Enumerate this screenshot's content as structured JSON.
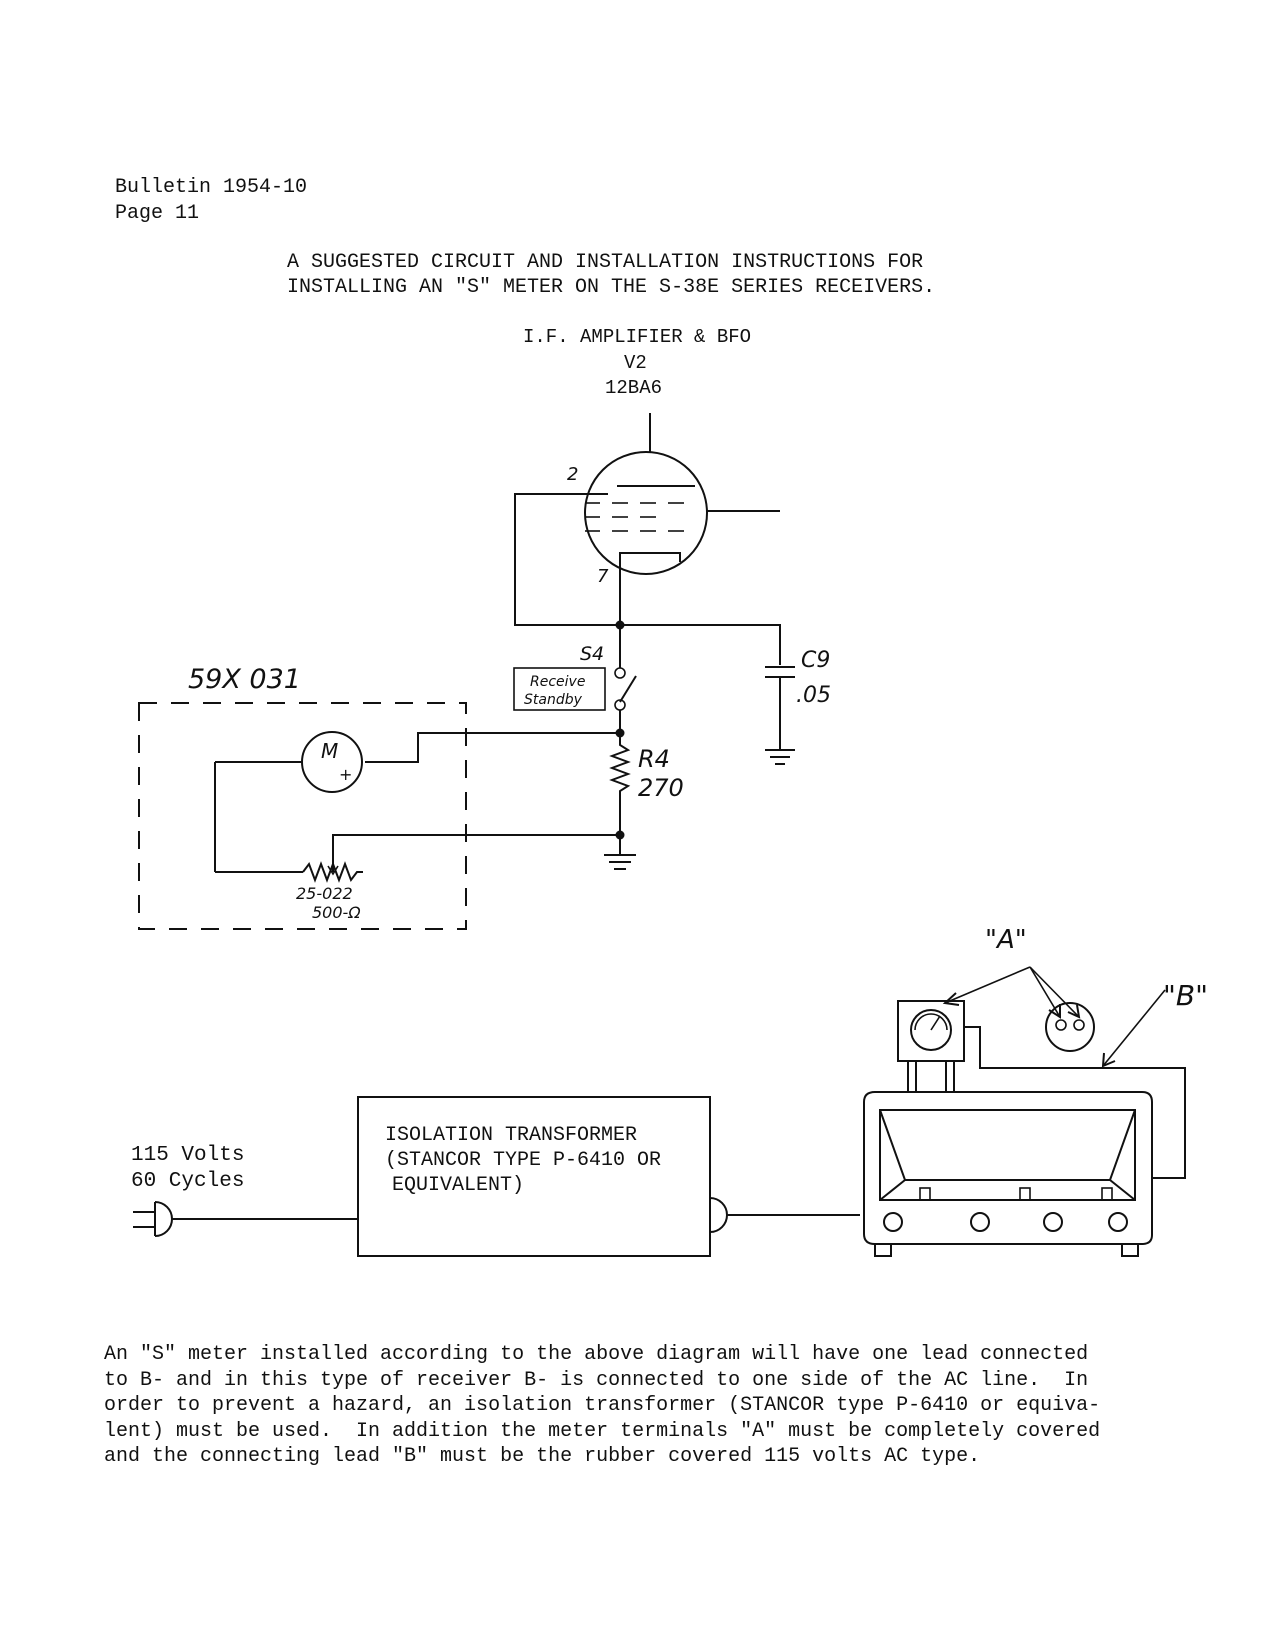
{
  "header": {
    "bulletin": "Bulletin 1954-10",
    "page": "Page 11"
  },
  "title": {
    "line1": "A SUGGESTED CIRCUIT AND INSTALLATION INSTRUCTIONS FOR",
    "line2": "INSTALLING AN \"S\" METER ON THE S-38E SERIES RECEIVERS."
  },
  "schematic": {
    "tube_label_line1": "I.F. AMPLIFIER & BFO",
    "tube_label_line2": "V2",
    "tube_label_line3": "12BA6",
    "pin_2": "2",
    "pin_7": "7",
    "switch_ref": "S4",
    "switch_label_1": "Receive",
    "switch_label_2": "Standby",
    "capacitor_ref": "C9",
    "capacitor_value": ".05",
    "resistor_ref": "R4",
    "resistor_value": "270",
    "meter_kit_part": "59X 031",
    "meter_symbol": "M",
    "meter_plus": "+",
    "pot_part": "25-022",
    "pot_value": "500-Ω"
  },
  "installation": {
    "label_a": "\"A\"",
    "label_b": "\"B\"",
    "supply_line1": "115 Volts",
    "supply_line2": "60 Cycles",
    "transformer_line1": "ISOLATION TRANSFORMER",
    "transformer_line2": "(STANCOR TYPE P-6410 OR",
    "transformer_line3": "EQUIVALENT)"
  },
  "body_text": [
    "An \"S\" meter installed according to the above diagram will have one lead connected",
    "to B- and in this type of receiver B- is connected to one side of the AC line.  In",
    "order to prevent a hazard, an isolation transformer (STANCOR type P-6410 or equiva-",
    "lent) must be used.  In addition the meter terminals \"A\" must be completely covered",
    "and the connecting lead \"B\" must be the rubber covered 115 volts AC type."
  ]
}
